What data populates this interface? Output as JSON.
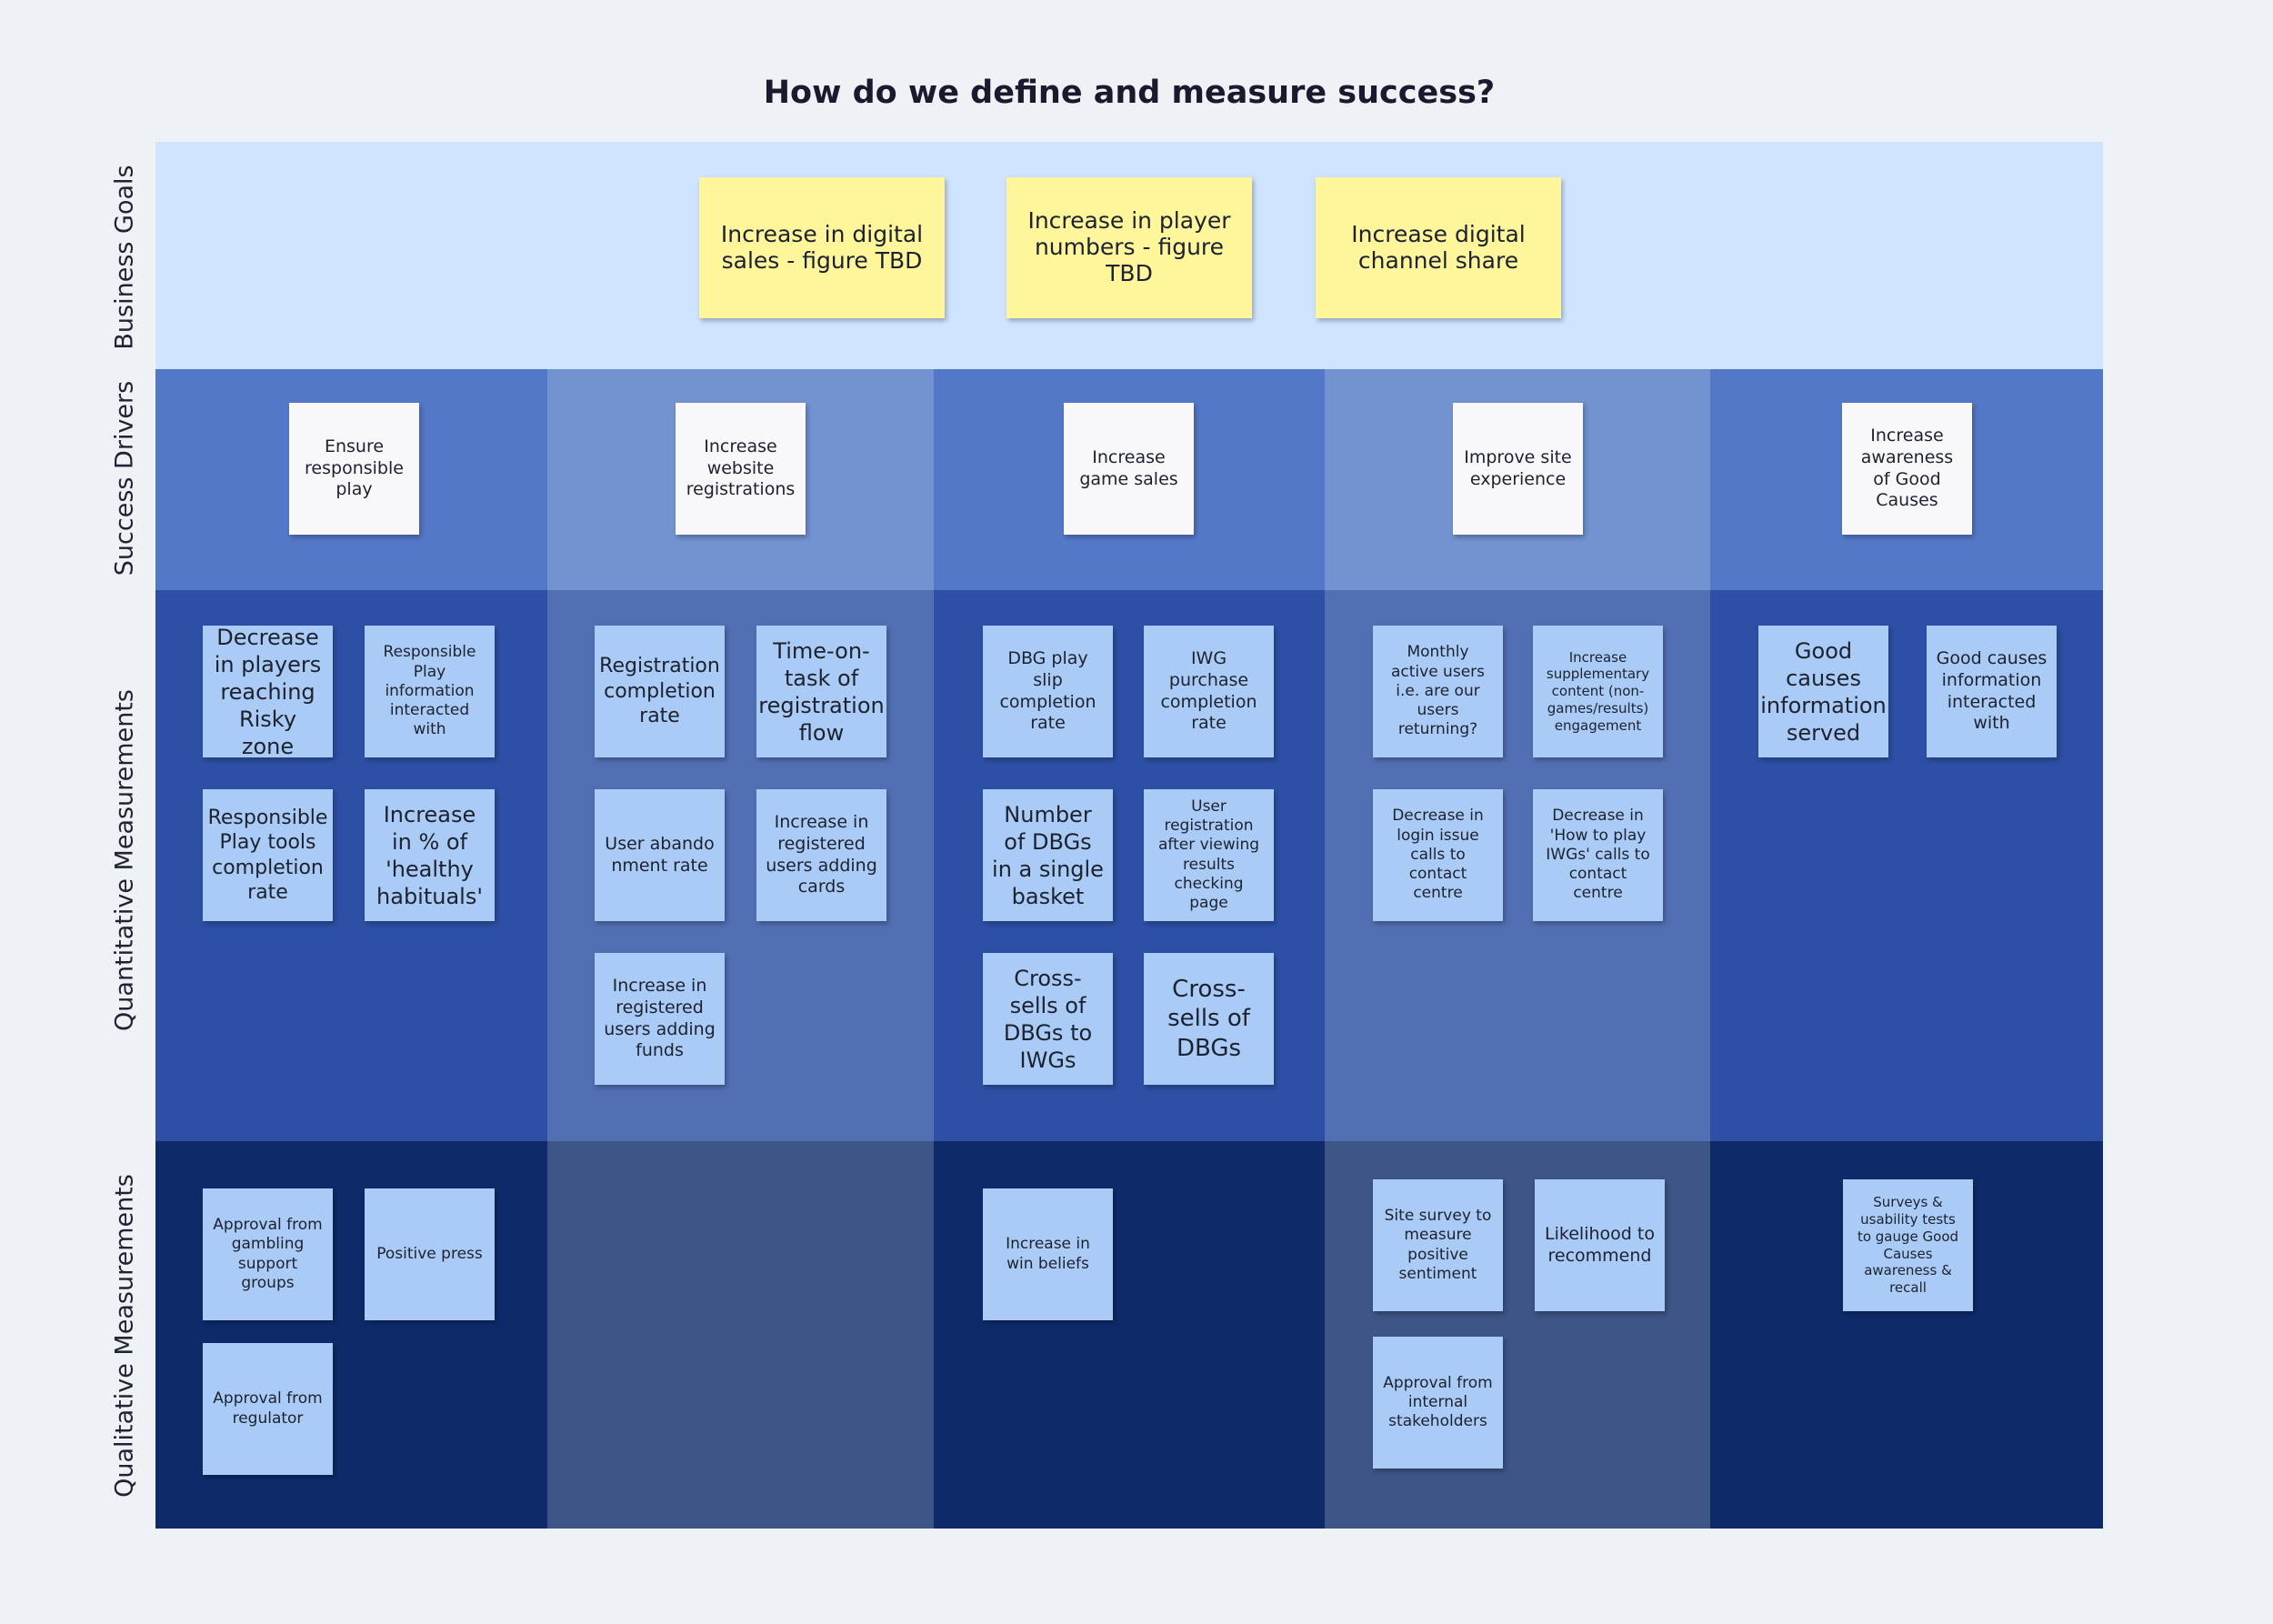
{
  "title": "How do we define and measure success?",
  "rows": {
    "business_goals": "Business Goals",
    "success_drivers": "Success Drivers",
    "quantitative": "Quantitative Measurements",
    "qualitative": "Qualitative Measurements"
  },
  "business_goals": [
    "Increase in digital sales - figure TBD",
    "Increase in player numbers - figure TBD",
    "Increase digital channel share"
  ],
  "drivers": [
    "Ensure responsible play",
    "Increase website registrations",
    "Increase game sales",
    "Improve site experience",
    "Increase awareness of Good Causes"
  ],
  "quantitative": {
    "col1": [
      "Decrease in players reaching Risky zone",
      "Responsible Play information interacted with",
      "Responsible Play tools completion rate",
      "Increase in % of 'healthy habituals'"
    ],
    "col2": [
      "Registration completion rate",
      "Time-on-task of registration flow",
      "User abandonment rate",
      "Increase in registered users adding cards",
      "Increase in registered users adding funds"
    ],
    "col3": [
      "DBG play slip completion rate",
      "IWG purchase completion rate",
      "Number of DBGs in a single basket",
      "User registration after viewing results checking page",
      "Cross-sells of DBGs to IWGs",
      "Cross-sells of DBGs"
    ],
    "col4": [
      "Monthly active users i.e. are our users returning?",
      "Increase supplementary content (non-games/results) engagement",
      "Decrease in login issue calls to contact centre",
      "Decrease in 'How to play IWGs' calls to contact centre"
    ],
    "col5": [
      "Good causes information served",
      "Good causes information interacted with"
    ]
  },
  "qualitative": {
    "col1": [
      "Approval from gambling support groups",
      "Positive press",
      "Approval from regulator"
    ],
    "col3": [
      "Increase in win beliefs"
    ],
    "col4": [
      "Site survey to measure positive sentiment",
      "Likelihood to recommend",
      "Approval from internal stakeholders"
    ],
    "col5": [
      "Surveys & usability tests to gauge Good Causes awareness & recall"
    ]
  },
  "colors": {
    "background": "#eef2f5",
    "goals_band": "#cfe4ff",
    "drivers_dark": "#5478c8",
    "drivers_light": "#7292d0",
    "quant_dark": "#2d4fa5",
    "quant_light": "#526fb3",
    "qual_dark": "#0e2a69",
    "qual_light": "#3d5587",
    "sticky_yellow": "#fff59b",
    "sticky_white": "#f8f8fb",
    "sticky_blue": "#a9cbf5"
  }
}
